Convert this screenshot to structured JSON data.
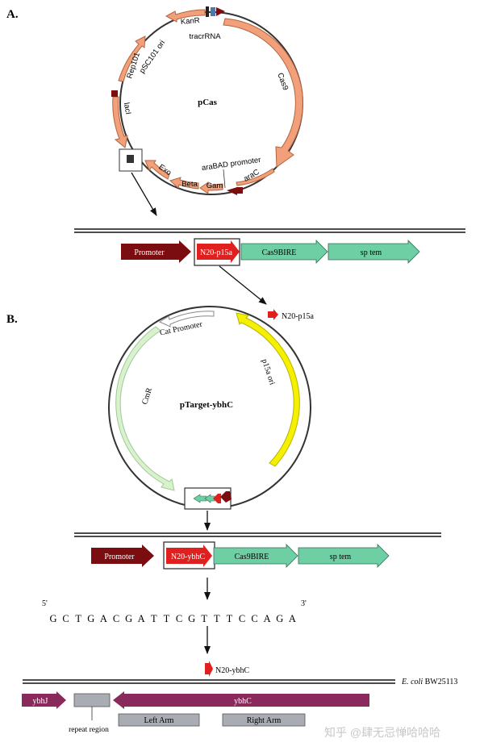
{
  "panelA": {
    "label": "A.",
    "plasmid_name": "pCas",
    "genes": {
      "kanR": "KanR",
      "tracrRNA": "tracrRNA",
      "cas9": "Cas9",
      "rep101": "Rep101",
      "psc101": "pSC101 ori",
      "lacI": "lacI",
      "exo": "Exo",
      "beta": "Beta",
      "gam": "Gam",
      "araBAD": "araBAD promoter",
      "araC": "araC"
    },
    "construct": {
      "promoter": "Promoter",
      "n20": "N20-p15a",
      "cas9bire": "Cas9BIRE",
      "sptem": "sp tem"
    },
    "callout": "N20-p15a"
  },
  "panelB": {
    "label": "B.",
    "plasmid_name": "pTarget-ybhC",
    "genes": {
      "cat_promoter": "Cat Promoter",
      "cmr": "CmR",
      "p15a_ori": "p15a ori"
    },
    "construct": {
      "promoter": "Promoter",
      "n20": "N20-ybhC",
      "cas9bire": "Cas9BIRE",
      "sptem": "sp tem"
    },
    "sequence": {
      "five_prime": "5'",
      "three_prime": "3'",
      "bases": [
        "G",
        "C",
        "T",
        "G",
        "A",
        "C",
        "G",
        "A",
        "T",
        "T",
        "C",
        "G",
        "T",
        "T",
        "T",
        "C",
        "C",
        "A",
        "G",
        "A"
      ]
    },
    "n20_marker": "N20-ybhC",
    "strain": {
      "species": "E. coli",
      "name": "BW25113"
    },
    "genome": {
      "ybhJ": "ybhJ",
      "ybhC": "ybhC",
      "repeat": "repeat region",
      "left_arm": "Left Arm",
      "right_arm": "Right Arm"
    }
  },
  "watermark": "知乎 @肆无忌惮哈哈哈",
  "colors": {
    "salmon": "#f2a07b",
    "salmon_dark": "#b4643a",
    "dark_red": "#7b0c10",
    "bright_red": "#e0201e",
    "teal": "#6fcfa4",
    "yellow": "#f4f000",
    "light_green": "#d8f2cc",
    "magenta": "#8a2a5c",
    "gray": "#a9acb2"
  }
}
